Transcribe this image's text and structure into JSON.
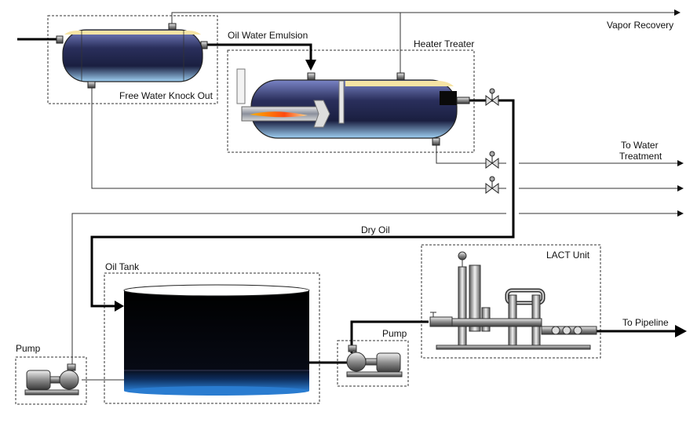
{
  "labels": {
    "vapor_recovery": "Vapor Recovery",
    "oil_water_emulsion": "Oil Water Emulsion",
    "heater_treater": "Heater Treater",
    "free_water_knock_out": "Free Water Knock Out",
    "to_water_line1": "To Water",
    "to_water_line2": "Treatment",
    "dry_oil": "Dry Oil",
    "oil_tank": "Oil Tank",
    "lact_unit": "LACT Unit",
    "pump_left": "Pump",
    "pump_middle": "Pump",
    "to_pipeline": "To Pipeline"
  },
  "colors": {
    "vessel_top": "#6a74b8",
    "vessel_mid": "#1c2143",
    "vessel_bottom": "#8fc3ec",
    "gas_band": "#f6e4a4",
    "tank_body": "#05060c",
    "tank_water": "#1a5fa8",
    "flame": "#ff6a1a"
  }
}
